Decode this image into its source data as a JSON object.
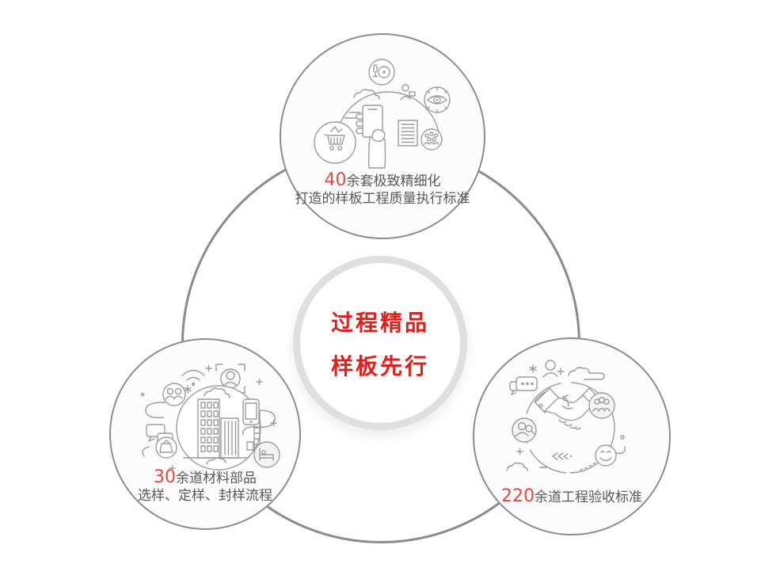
{
  "diagram": {
    "type": "three-node-cycle-infographic",
    "colors": {
      "center_title_red": "#e0201d",
      "number_red": "#e9463f",
      "caption_gray": "#595757",
      "node_border_gray": "#8d8d8d",
      "big_ring_gray": "#8b8b8b",
      "center_ring_light_gray": "#dfdfdf",
      "illustration_line_gray": "#9c9c9c",
      "background": "#ffffff"
    },
    "center": {
      "line1": "过程精品",
      "line2": "样板先行"
    },
    "features": {
      "top": {
        "number": "40",
        "line1_rest": "余套极致精细化",
        "line2": "打造的样板工程质量执行标准",
        "icon": "mobile-shopping-quality-illustration"
      },
      "left": {
        "number": "30",
        "line1_rest": "余道材料部品",
        "line2": "选样、定样、封样流程",
        "icon": "city-materials-illustration"
      },
      "right": {
        "number": "220",
        "line1_rest": "余道工程验收标准",
        "line2": "",
        "icon": "handshake-acceptance-illustration"
      }
    }
  }
}
